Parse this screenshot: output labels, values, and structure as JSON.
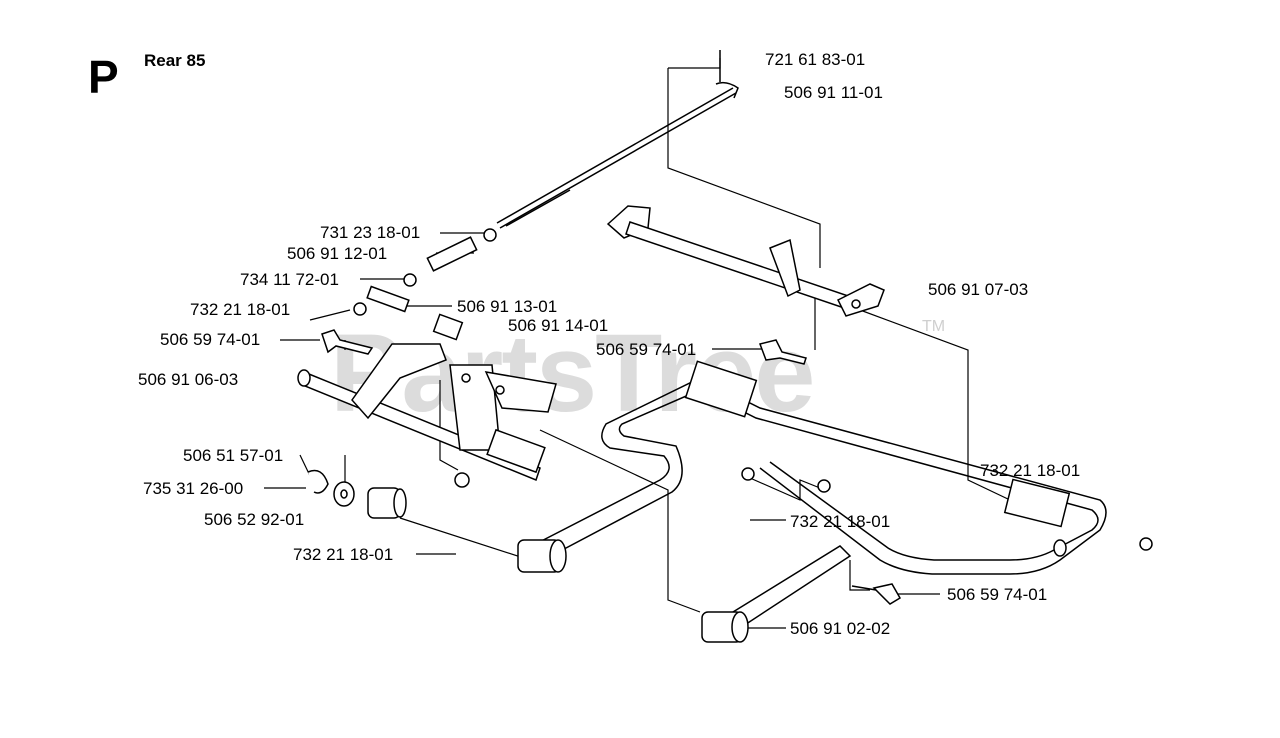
{
  "header": {
    "section_letter": "P",
    "title": "Rear 85"
  },
  "watermark": {
    "text": "PartsTree",
    "tm": "TM"
  },
  "callouts": [
    "721 61 83-01",
    "506 91 11-01",
    "731 23 18-01",
    "506 91 12-01",
    "734 11 72-01",
    "732 21 18-01",
    "506 91 13-01",
    "506 91 14-01",
    "506 59 74-01",
    "506 91 06-03",
    "506 91 07-03",
    "506 59 74-01",
    "506 51 57-01",
    "735 31 26-00",
    "506 52 92-01",
    "732 21 18-01",
    "732 21 18-01",
    "732 21 18-01",
    "506 59 74-01",
    "506 91 02-02"
  ]
}
